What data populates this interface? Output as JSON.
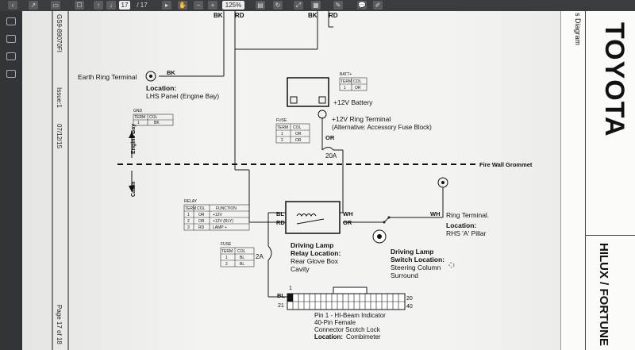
{
  "toolbar": {
    "page_current": "17",
    "page_total": "/ 17",
    "zoom": "125%"
  },
  "doc_meta": {
    "doc_id": "GS9-89070FI",
    "issue": "Issue:1",
    "date": "07/12/15",
    "page": "Page 17 of 18"
  },
  "header": {
    "wires_left": [
      "BK",
      "RD"
    ],
    "wires_right": [
      "BK",
      "RD"
    ]
  },
  "earth": {
    "label": "Earth Ring Terminal",
    "wire": "BK",
    "location_title": "Location:",
    "location_text": "LHS Panel (Engine Bay)",
    "gnd_table": {
      "title": "GND",
      "headers": [
        "TERM",
        "COL"
      ],
      "rows": [
        [
          "1",
          "BK"
        ]
      ]
    }
  },
  "battery": {
    "label": "+12V Battery",
    "table": {
      "title": "BATT+",
      "headers": [
        "TERM",
        "COL"
      ],
      "rows": [
        [
          "1",
          "OR"
        ]
      ]
    }
  },
  "ring_terminal": {
    "label": "+12V Ring Terminal",
    "note": "(Alternative: Accessory Fuse Block)",
    "wire": "OR"
  },
  "fuse_main": {
    "title": "FUSE",
    "headers": [
      "TERM",
      "COL"
    ],
    "rows": [
      [
        "1",
        "OR"
      ],
      [
        "2",
        "OR"
      ]
    ],
    "rating": "20A"
  },
  "firewall": {
    "label": "Fire Wall Grommet",
    "engine_bay": "Engine Bay",
    "cabin": "Cabin"
  },
  "relay": {
    "title": "RELAY",
    "headers": [
      "TERM",
      "COL",
      "FUNCTION"
    ],
    "rows": [
      [
        "1",
        "OR",
        "+12V"
      ],
      [
        "2",
        "OR",
        "+12V (RLY)"
      ],
      [
        "3",
        "RD",
        "LAMP +"
      ]
    ],
    "pins": {
      "bl": "BL",
      "rd": "RD",
      "wh": "WH",
      "or": "OR"
    },
    "label_1": "Driving Lamp",
    "label_2": "Relay Location:",
    "label_3": "Rear Glove Box",
    "label_4": "Cavity"
  },
  "fuse_small": {
    "title": "FUSE",
    "headers": [
      "TERM",
      "COL"
    ],
    "rows": [
      [
        "1",
        "BL"
      ],
      [
        "2",
        "BL"
      ]
    ],
    "rating": "2A"
  },
  "switch": {
    "label_1": "Driving Lamp",
    "label_2": "Switch Location:",
    "label_3": "Steering Column",
    "label_4": "Surround"
  },
  "ring_rhs": {
    "wire": "WH",
    "label": "Ring Terminal.",
    "location_title": "Location:",
    "location_text": "RHS 'A' Pillar"
  },
  "connector": {
    "wire": "BL",
    "pin_top_left": "1",
    "pin_bottom_left": "21",
    "pin_top_right": "20",
    "pin_bottom_right": "40",
    "line_1": "Pin 1 - HI-Beam Indicator",
    "line_2": "40-Pin Female",
    "line_3": "Connector Scotch Lock",
    "location_title": "Location:",
    "location_text": "Combimeter"
  },
  "title_block": {
    "diagram": "s Diagram",
    "brand": "TOYOTA",
    "model": "HILUX / FORTUNE"
  }
}
